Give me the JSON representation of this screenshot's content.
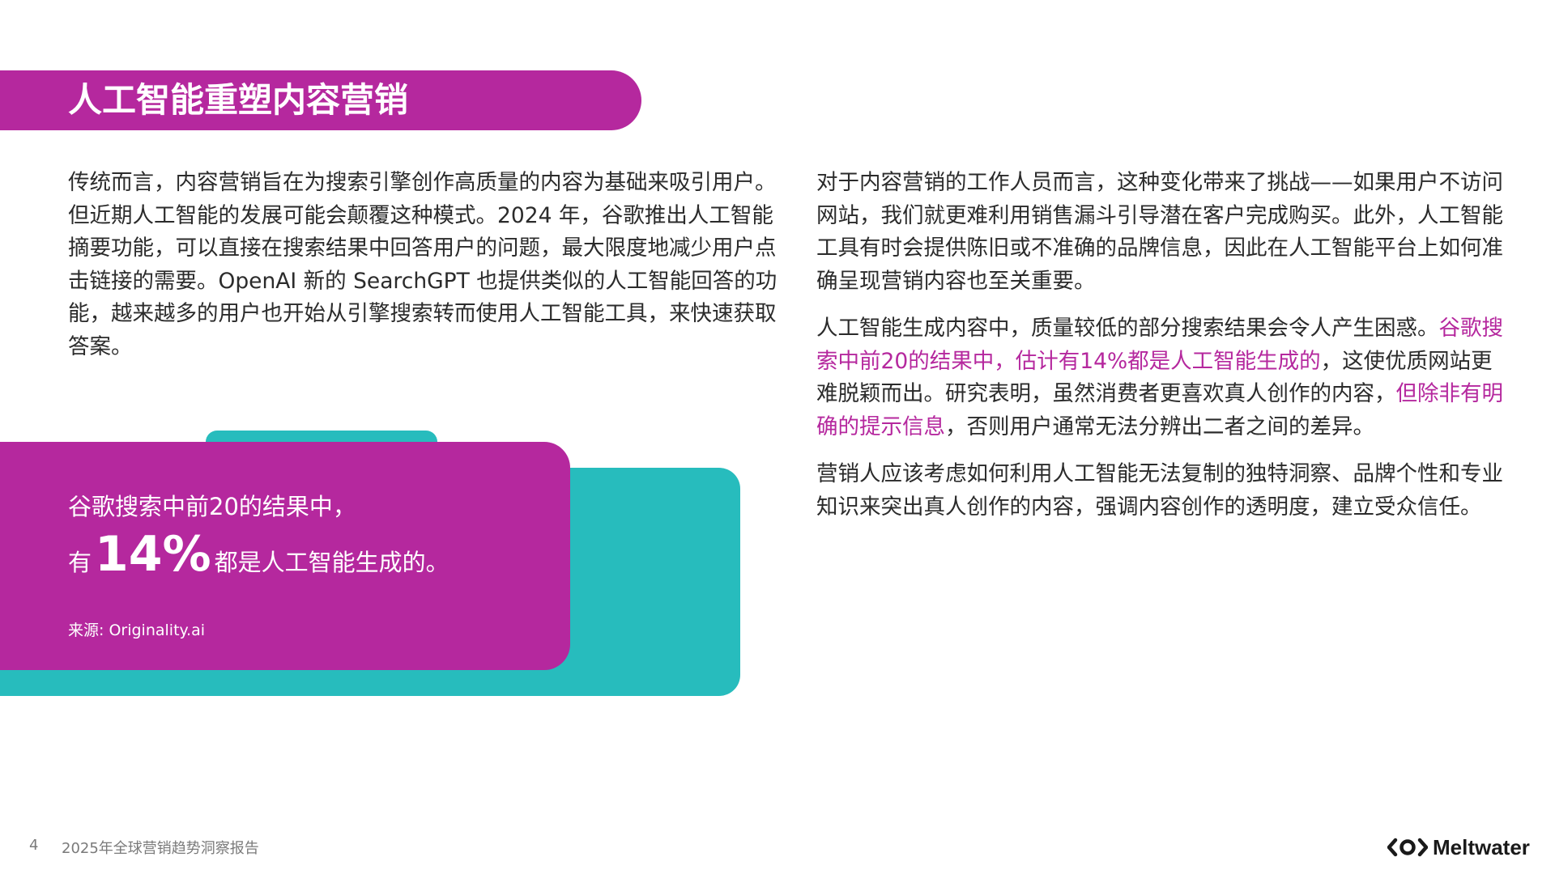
{
  "header": {
    "title": "人工智能重塑内容营销"
  },
  "left_column": {
    "paragraph": "传统而言，内容营销旨在为搜索引擎创作高质量的内容为基础来吸引用户。但近期人工智能的发展可能会颠覆这种模式。2024 年，谷歌推出人工智能摘要功能，可以直接在搜索结果中回答用户的问题，最大限度地减少用户点击链接的需要。OpenAI 新的 SearchGPT 也提供类似的人工智能回答的功能，越来越多的用户也开始从引擎搜索转而使用人工智能工具，来快速获取答案。"
  },
  "right_column": {
    "p1": "对于内容营销的工作人员而言，这种变化带来了挑战——如果用户不访问网站，我们就更难利用销售漏斗引导潜在客户完成购买。此外，人工智能工具有时会提供陈旧或不准确的品牌信息，因此在人工智能平台上如何准确呈现营销内容也至关重要。",
    "p2_a": "人工智能生成内容中，质量较低的部分搜索结果会令人产生困惑。",
    "p2_b": "谷歌搜索中前20的结果中，估计有14%都是人工智能生成的",
    "p2_c": "，这使优质网站更难脱颖而出。研究表明，虽然消费者更喜欢真人创作的内容，",
    "p2_d": "但除非有明确的提示信息",
    "p2_e": "，否则用户通常无法分辨出二者之间的差异。",
    "p3": "营销人应该考虑如何利用人工智能无法复制的独特洞察、品牌个性和专业知识来突出真人创作的内容，强调内容创作的透明度，建立受众信任。"
  },
  "stat_card": {
    "line1": "谷歌搜索中前20的结果中，",
    "prefix": "有",
    "big_number": "14%",
    "suffix": "都是人工智能生成的。",
    "source": "来源: Originality.ai"
  },
  "footer": {
    "page_number": "4",
    "report_title": "2025年全球营销趋势洞察报告",
    "brand": "Meltwater"
  },
  "colors": {
    "accent_magenta": "#b5289e",
    "accent_teal": "#27bcbd"
  }
}
